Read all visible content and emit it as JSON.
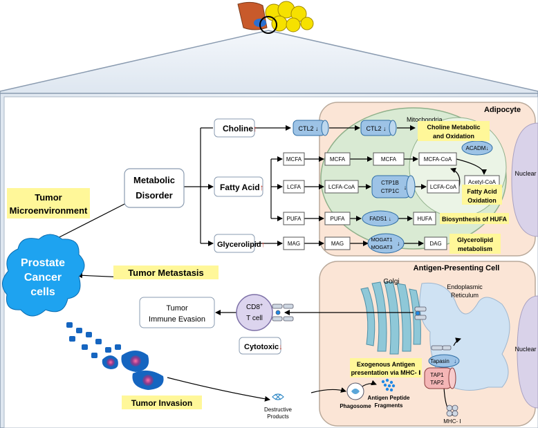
{
  "metabolic_disorder": {
    "line1": "Metabolic",
    "line2": "Disorder"
  },
  "choline": {
    "label": "Choline",
    "arrow": "↑"
  },
  "fatty_acid": {
    "label": "Fatty Acid",
    "arrow": "↑"
  },
  "glycerolipid": {
    "label": "Glycerolipid",
    "arrow": "↑"
  },
  "adipocyte": {
    "title": "Adipocyte",
    "mitochondria": "Mitochondria",
    "nuclear": "Nuclear"
  },
  "ctl2": {
    "label": "CTL2",
    "arrow": "↓"
  },
  "mcfa": "MCFA",
  "lcfa": "LCFA",
  "pufa": "PUFA",
  "mag": "MAG",
  "mcfa_coa": "MCFA-CoA",
  "lcfa_coa": "LCFA-CoA",
  "acetyl_coa": "Acetyl-CoA",
  "acadm": "ACADM↓",
  "ctp1b": "CTP1B",
  "ctp1c": "CTP1C",
  "fads1": "FADS1 ↓",
  "hufa": "HUFA",
  "mogat1": "MOGAT1",
  "mogat3": "MOGAT3",
  "dag": "DAG",
  "labels": {
    "choline_ox_1": "Choline Metabolic",
    "choline_ox_2": "and Oxidation",
    "fa_ox_1": "Fatty Acid",
    "fa_ox_2": "Oxidation",
    "hufa_bio": "Biosynthesis of HUFA",
    "glyc_1": "Glycerolipid",
    "glyc_2": "metabolism"
  },
  "tumor_micro": {
    "line1": "Tumor",
    "line2": "Microenvironment"
  },
  "prostate": {
    "line1": "Prostate",
    "line2": "Cancer",
    "line3": "cells"
  },
  "tumor_metastasis": "Tumor  Metastasis",
  "immune_evasion": {
    "line1": "Tumor",
    "line2": "Immune Evasion"
  },
  "cd8": {
    "line1": "CD8",
    "sup": "+",
    "line2": "T cell"
  },
  "cytotoxic": {
    "label": "Cytotoxic",
    "arrow": "↓"
  },
  "apc": {
    "title": "Antigen-Presenting Cell",
    "golgi": "Golgi",
    "er1": "Endoplasmic",
    "er2": "Reticulum",
    "nuclear": "Nuclear",
    "exo1": "Exogenous Antigen",
    "exo2": "presentation via MHC- Ⅰ",
    "tapasin": "Tapasin",
    "tap1": "TAP1",
    "tap2": "TAP2",
    "peptide1": "Antigen Peptide",
    "peptide2": "Fragments",
    "phagosome": "Phagosome",
    "mhc": "MHC- Ⅰ"
  },
  "destructive": {
    "line1": "Destructive",
    "line2": "Products"
  },
  "tumor_invasion": "Tumor  Invasion",
  "colors": {
    "adipocyte": "#fbe5d6",
    "mitochondria": "#d9ead3",
    "nuclear": "#d9d2e9",
    "enzyme": "#9dc3e6",
    "highlight": "#fff799",
    "cancer": "#1ea3f0"
  }
}
